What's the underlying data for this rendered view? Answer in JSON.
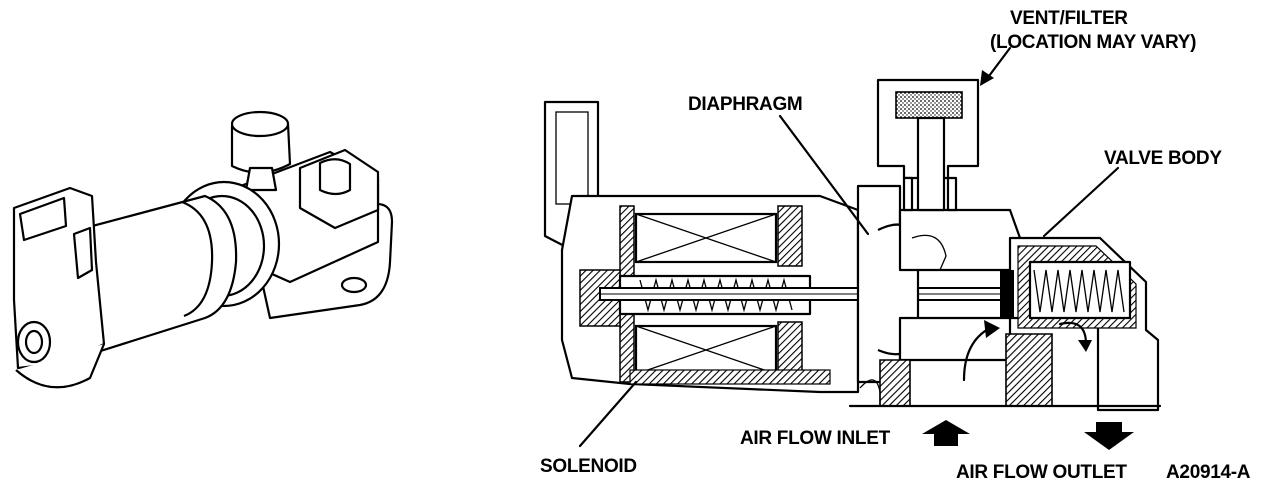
{
  "figure": {
    "background": "#ffffff",
    "ink": "#000000",
    "figure_id": "A20914-A"
  },
  "callouts": {
    "vent_filter_line1": "VENT/FILTER",
    "vent_filter_line2": "(LOCATION MAY VARY)",
    "diaphragm": "DIAPHRAGM",
    "valve_body": "VALVE BODY",
    "solenoid": "SOLENOID",
    "air_flow_inlet": "AIR FLOW INLET",
    "air_flow_outlet": "AIR FLOW OUTLET"
  }
}
